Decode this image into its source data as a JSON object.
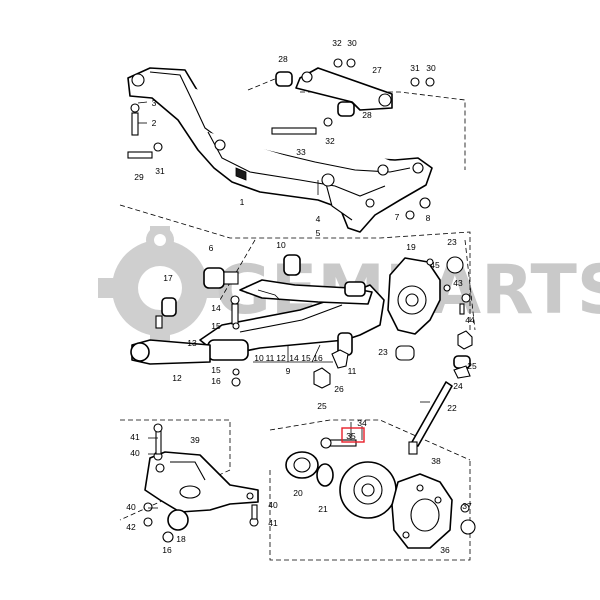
{
  "diagram": {
    "watermark_text": "GEMPARTS",
    "highlighted_callout": "35",
    "callouts": [
      {
        "id": "28a",
        "label": "28"
      },
      {
        "id": "32a",
        "label": "32"
      },
      {
        "id": "30a",
        "label": "30"
      },
      {
        "id": "27",
        "label": "27"
      },
      {
        "id": "31a",
        "label": "31"
      },
      {
        "id": "30b",
        "label": "30"
      },
      {
        "id": "3",
        "label": "3"
      },
      {
        "id": "2",
        "label": "2"
      },
      {
        "id": "28b",
        "label": "28"
      },
      {
        "id": "33",
        "label": "33"
      },
      {
        "id": "32b",
        "label": "32"
      },
      {
        "id": "29",
        "label": "29"
      },
      {
        "id": "31b",
        "label": "31"
      },
      {
        "id": "1",
        "label": "1"
      },
      {
        "id": "7",
        "label": "7"
      },
      {
        "id": "8",
        "label": "8"
      },
      {
        "id": "4",
        "label": "4"
      },
      {
        "id": "5",
        "label": "5"
      },
      {
        "id": "6",
        "label": "6"
      },
      {
        "id": "10",
        "label": "10"
      },
      {
        "id": "19",
        "label": "19"
      },
      {
        "id": "23a",
        "label": "23"
      },
      {
        "id": "45",
        "label": "45"
      },
      {
        "id": "43",
        "label": "43"
      },
      {
        "id": "44",
        "label": "44"
      },
      {
        "id": "17",
        "label": "17"
      },
      {
        "id": "14",
        "label": "14"
      },
      {
        "id": "15a",
        "label": "15"
      },
      {
        "id": "13",
        "label": "13"
      },
      {
        "id": "15b",
        "label": "15"
      },
      {
        "id": "16a",
        "label": "16"
      },
      {
        "id": "12",
        "label": "12"
      },
      {
        "id": "10b",
        "label": "10"
      },
      {
        "id": "11a",
        "label": "11"
      },
      {
        "id": "12b",
        "label": "12"
      },
      {
        "id": "14b",
        "label": "14"
      },
      {
        "id": "15c",
        "label": "15"
      },
      {
        "id": "16b",
        "label": "16"
      },
      {
        "id": "9",
        "label": "9"
      },
      {
        "id": "11b",
        "label": "11"
      },
      {
        "id": "26",
        "label": "26"
      },
      {
        "id": "25a",
        "label": "25"
      },
      {
        "id": "23b",
        "label": "23"
      },
      {
        "id": "25b",
        "label": "25"
      },
      {
        "id": "24",
        "label": "24"
      },
      {
        "id": "22",
        "label": "22"
      },
      {
        "id": "34",
        "label": "34"
      },
      {
        "id": "35",
        "label": "35"
      },
      {
        "id": "41a",
        "label": "41"
      },
      {
        "id": "40a",
        "label": "40"
      },
      {
        "id": "39",
        "label": "39"
      },
      {
        "id": "20",
        "label": "20"
      },
      {
        "id": "21",
        "label": "21"
      },
      {
        "id": "38",
        "label": "38"
      },
      {
        "id": "40b",
        "label": "40"
      },
      {
        "id": "40c",
        "label": "40"
      },
      {
        "id": "42",
        "label": "42"
      },
      {
        "id": "18",
        "label": "18"
      },
      {
        "id": "41b",
        "label": "41"
      },
      {
        "id": "16c",
        "label": "16"
      },
      {
        "id": "37",
        "label": "37"
      },
      {
        "id": "36",
        "label": "36"
      }
    ]
  }
}
